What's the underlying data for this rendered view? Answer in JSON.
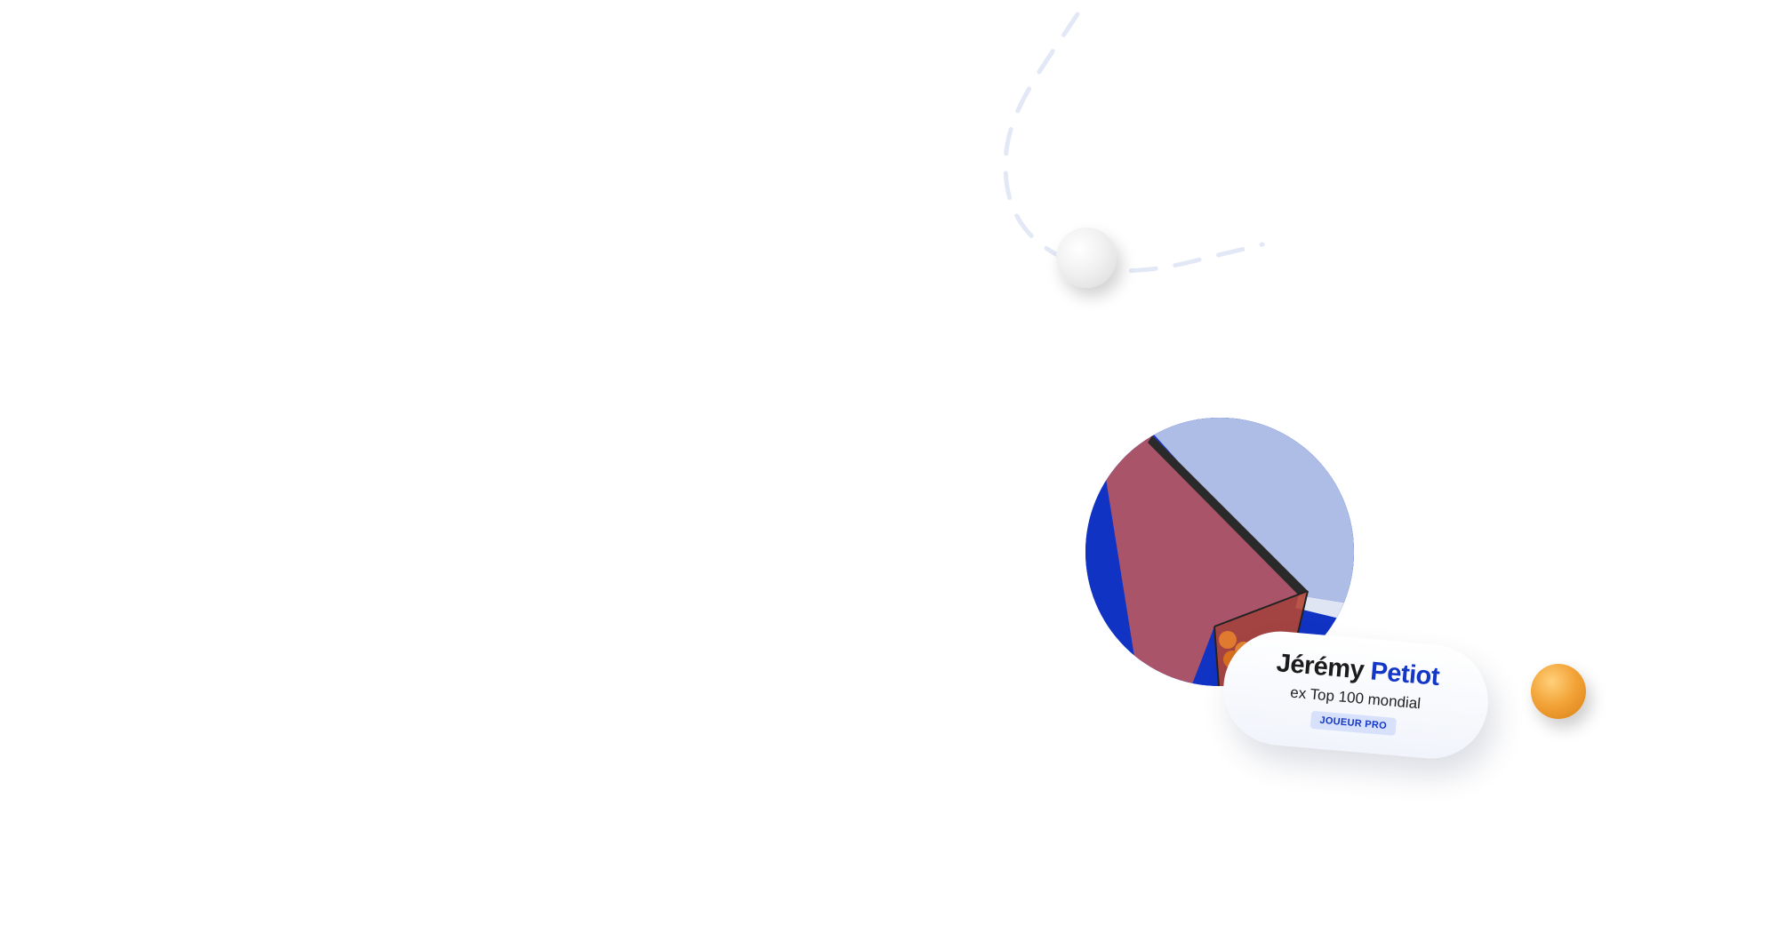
{
  "profile": {
    "first_name": "Jérémy",
    "last_name": "Petiot",
    "subtitle": "ex Top 100 mondial",
    "badge": "JOUEUR PRO"
  },
  "colors": {
    "accent_blue": "#1437c8",
    "badge_bg": "#d7e1fb",
    "ball_orange": "#f3a53a",
    "dash_path": "#e3e8f6"
  },
  "decorations": {
    "ball_icons": [
      "white-ping-pong-ball-icon",
      "orange-ping-pong-ball-icon"
    ],
    "trajectory": "dashed-trajectory-line"
  }
}
